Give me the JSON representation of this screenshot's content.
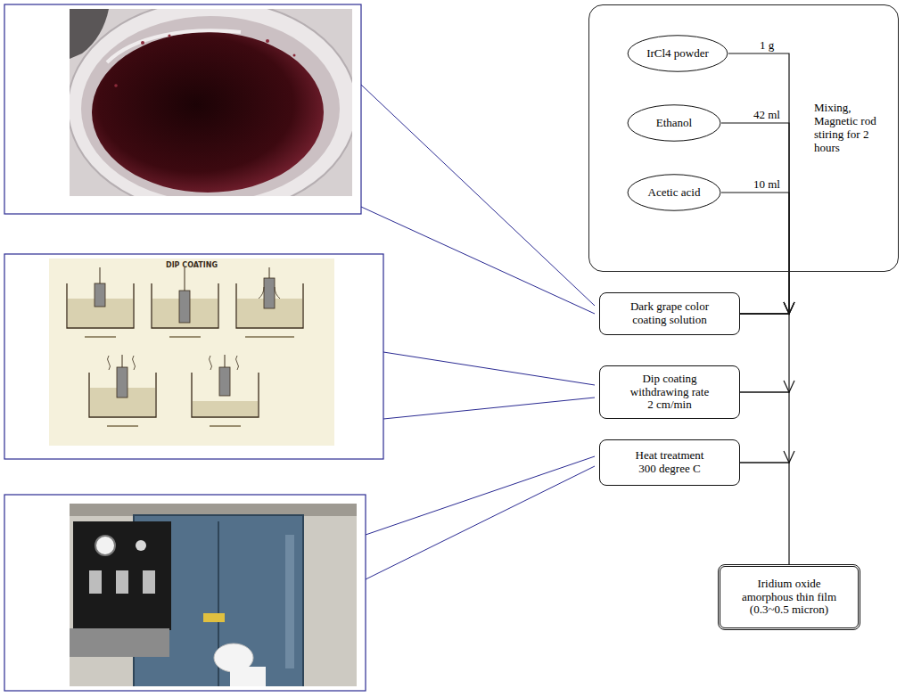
{
  "diagram": {
    "nodes": [
      {
        "text": [
          "Mixing, Magnetic rod stiring for 2 hours"
        ]
      },
      {
        "text": [
          "IrCl4 powder"
        ],
        "in": 0
      },
      {
        "text": [
          "Ethanol"
        ],
        "in": 0
      },
      {
        "text": [
          "Acetic acid"
        ],
        "in": 0
      },
      {
        "text": [
          "Dark grape color coating solution"
        ]
      },
      {
        "text": [
          "Dip coating withdrawing rate 2 cm/min"
        ]
      },
      {
        "text": [
          "Heat treatment 300 degree C"
        ]
      },
      {
        "text": [
          "Iridium oxide amorphous thin film (0.3~0.5 micron)"
        ]
      }
    ],
    "edges": [
      {
        "from": 1,
        "to": 4,
        "arrow": "to",
        "label": "1 g"
      },
      {
        "from": 2,
        "to": 4,
        "arrow": "to",
        "label": "42 ml"
      },
      {
        "from": 3,
        "to": 4,
        "arrow": "to",
        "label": "10 ml"
      },
      {
        "from": 4,
        "to": 5,
        "arrow": "to"
      },
      {
        "from": 5,
        "to": 6,
        "arrow": "to"
      },
      {
        "from": 6,
        "to": 7,
        "arrow": "none"
      }
    ],
    "labels": [
      "DIP COATING"
    ]
  }
}
